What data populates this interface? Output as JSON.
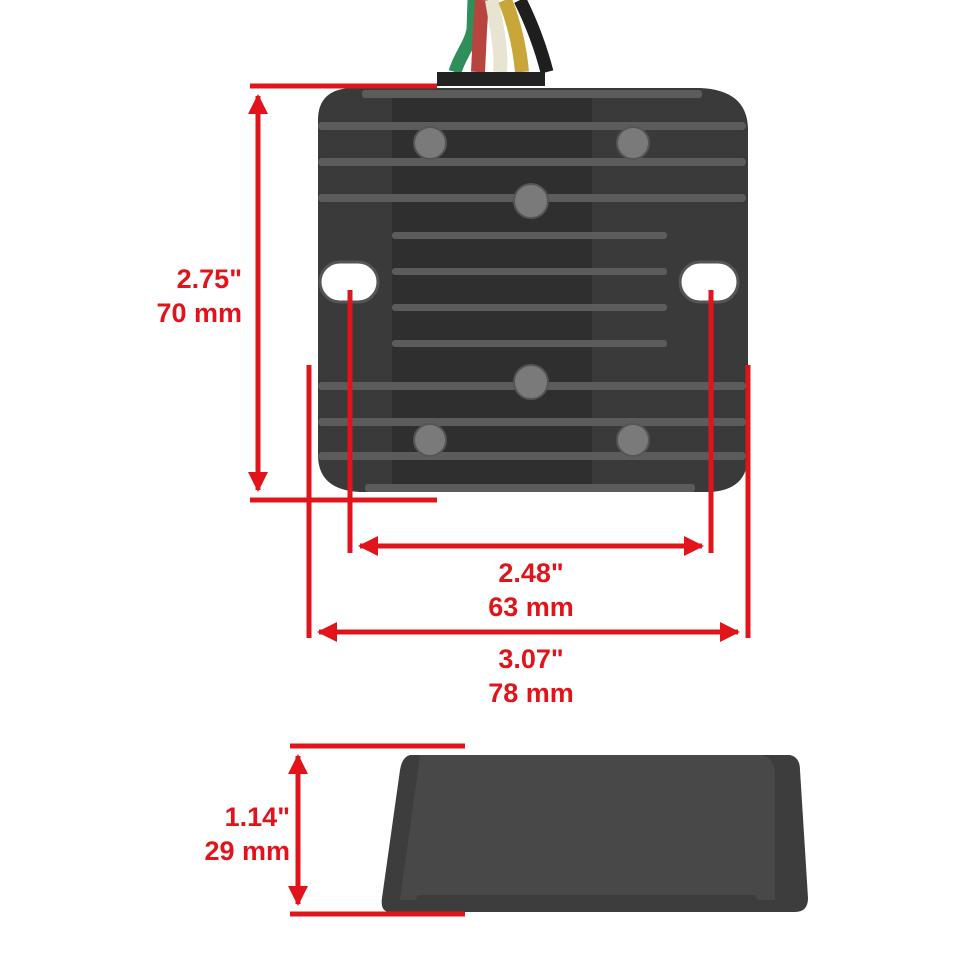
{
  "diagram": {
    "subject": "Voltage regulator rectifier dimension diagram",
    "colors": {
      "dimension": "#e2141b",
      "body": "#3a3a3a",
      "body_dark": "#2a2a2a",
      "fin_highlight": "#6a6a6a",
      "background": "#ffffff"
    },
    "wires": [
      {
        "color": "green",
        "hex": "#2f8f5b"
      },
      {
        "color": "red",
        "hex": "#b8443f"
      },
      {
        "color": "white",
        "hex": "#e8e4d2"
      },
      {
        "color": "yellow",
        "hex": "#c9a63a"
      },
      {
        "color": "black",
        "hex": "#1e1e1e"
      }
    ],
    "dimensions": {
      "height": {
        "inches": "2.75\"",
        "mm": "70 mm"
      },
      "hole_spacing": {
        "inches": "2.48\"",
        "mm": "63 mm"
      },
      "width": {
        "inches": "3.07\"",
        "mm": "78 mm"
      },
      "thickness": {
        "inches": "1.14\"",
        "mm": "29 mm"
      }
    }
  }
}
